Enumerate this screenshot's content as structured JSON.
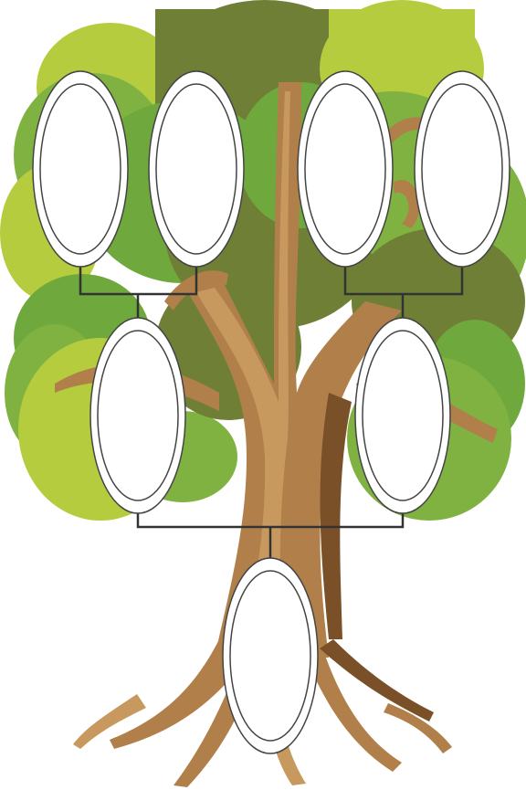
{
  "colors": {
    "background": "#ffffff",
    "canopy_light": "#b5cc3e",
    "canopy_mid": "#7fb241",
    "canopy_green": "#6fa83c",
    "canopy_dark": "#6f7f36",
    "trunk_light": "#c8995f",
    "trunk_mid": "#b1804a",
    "trunk_dark": "#7a5028",
    "frame_fill": "#ffffff",
    "frame_stroke": "#444444",
    "connector": "#333333"
  },
  "family_tree": {
    "generations": [
      {
        "level": "grandparents",
        "frames": [
          {
            "id": "frame-1",
            "photo": null
          },
          {
            "id": "frame-2",
            "photo": null
          },
          {
            "id": "frame-3",
            "photo": null
          },
          {
            "id": "frame-4",
            "photo": null
          }
        ]
      },
      {
        "level": "parents",
        "frames": [
          {
            "id": "frame-5",
            "photo": null
          },
          {
            "id": "frame-6",
            "photo": null
          }
        ]
      },
      {
        "level": "child",
        "frames": [
          {
            "id": "frame-7",
            "photo": null
          }
        ]
      }
    ],
    "links": [
      {
        "from": [
          "frame-1",
          "frame-2"
        ],
        "to": "frame-5"
      },
      {
        "from": [
          "frame-3",
          "frame-4"
        ],
        "to": "frame-6"
      },
      {
        "from": [
          "frame-5",
          "frame-6"
        ],
        "to": "frame-7"
      }
    ]
  }
}
